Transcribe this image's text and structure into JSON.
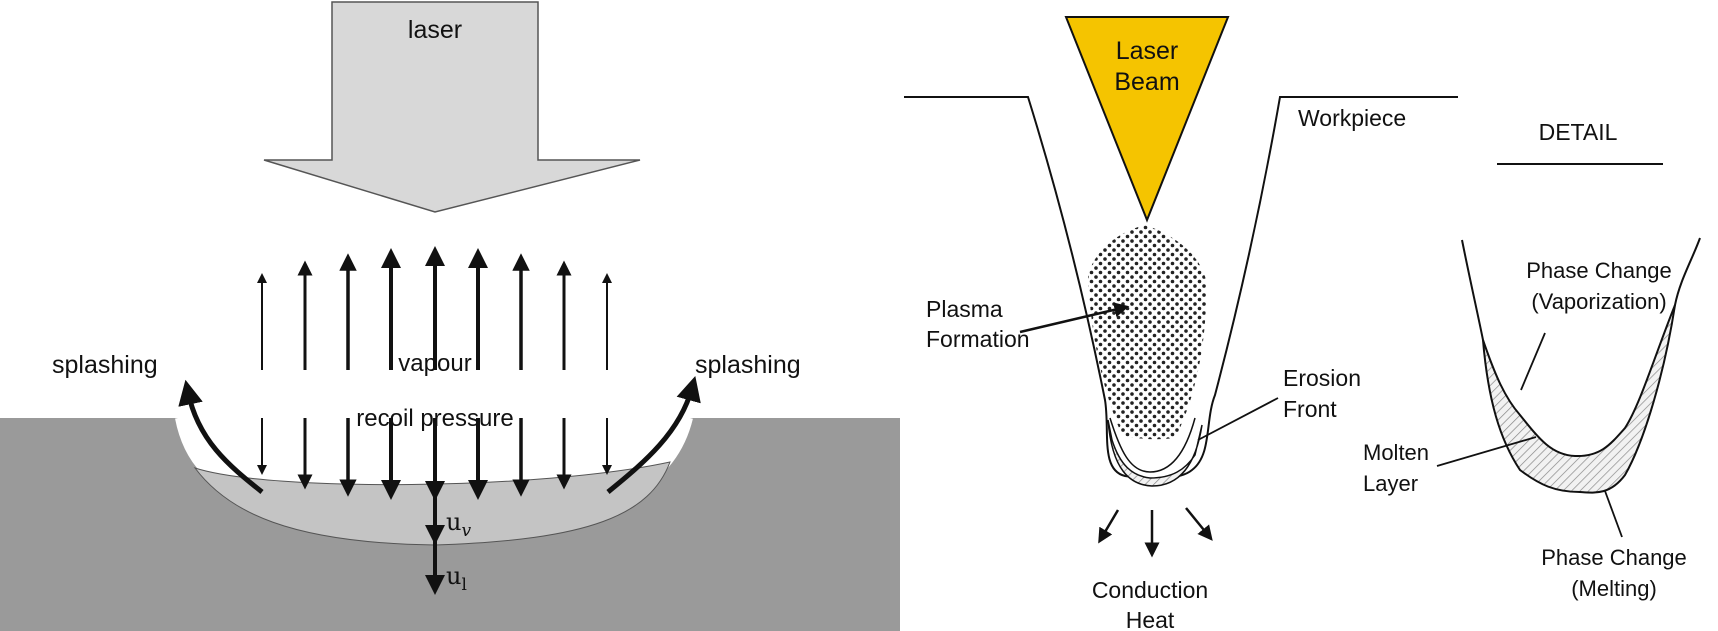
{
  "left_diagram": {
    "laser": "laser",
    "vapour": "vapour",
    "recoil_pressure": "recoil pressure",
    "splashing_left": "splashing",
    "splashing_right": "splashing",
    "u_v": "u",
    "u_v_sub": "v",
    "u_l": "u",
    "u_l_sub": "l",
    "colors": {
      "arrow_fill": "#d8d8d8",
      "substrate": "#9a9a9a",
      "melt_pool": "#c4c4c4"
    }
  },
  "right_diagram": {
    "laser_beam_line1": "Laser",
    "laser_beam_line2": "Beam",
    "workpiece": "Workpiece",
    "detail": "DETAIL",
    "plasma_line1": "Plasma",
    "plasma_line2": "Formation",
    "erosion_line1": "Erosion",
    "erosion_line2": "Front",
    "conduction_line1": "Conduction",
    "conduction_line2": "Heat",
    "phase_vap_line1": "Phase Change",
    "phase_vap_line2": "(Vaporization)",
    "molten_line1": "Molten",
    "molten_line2": "Layer",
    "phase_melt_line1": "Phase Change",
    "phase_melt_line2": "(Melting)",
    "colors": {
      "beam": "#f5c400"
    }
  }
}
